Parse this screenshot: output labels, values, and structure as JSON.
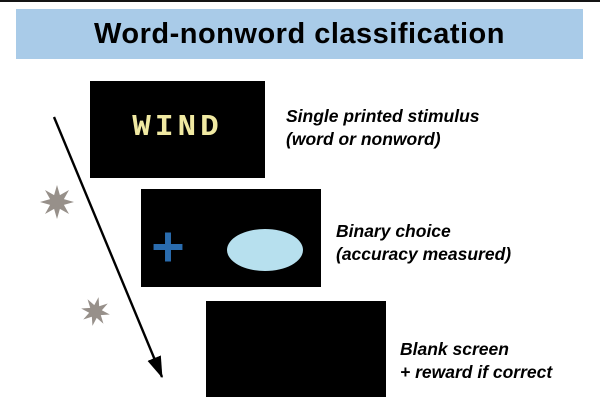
{
  "title": "Word-nonword classification",
  "trial_steps": [
    {
      "screen_text": "WIND",
      "caption_line1": "Single printed stimulus",
      "caption_line2": "(word or nonword)"
    },
    {
      "caption_line1": "Binary choice",
      "caption_line2": "(accuracy measured)"
    },
    {
      "caption_line1": "Blank screen",
      "caption_line2": "+ reward if correct"
    }
  ],
  "colors": {
    "banner_background": "#a9cbe8",
    "screen_background": "#000000",
    "stimulus_text": "#f0e9a2",
    "fixation_cross": "#2a6cae",
    "response_ellipse": "#b7e0ee",
    "starburst": "#97908a",
    "arrow": "#000000"
  }
}
